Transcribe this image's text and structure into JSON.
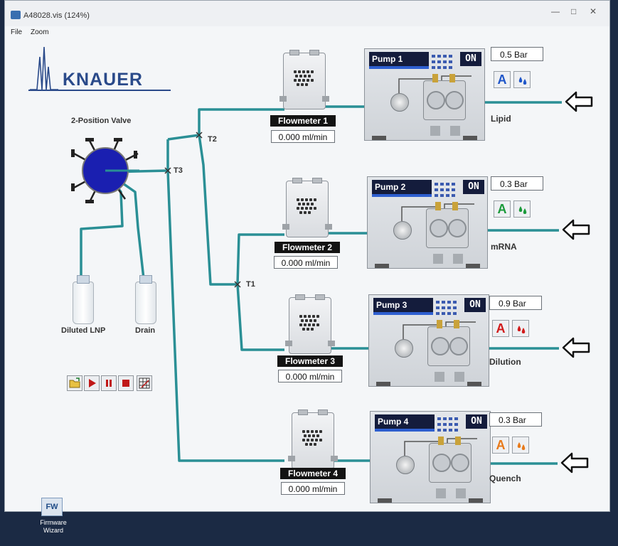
{
  "window": {
    "title": "A48028.vis (124%)",
    "menu": [
      "File",
      "Zoom"
    ]
  },
  "logo": {
    "text": "KNAUER"
  },
  "valve": {
    "label": "2-Position Valve"
  },
  "junctions": [
    "T1",
    "T2",
    "T3"
  ],
  "bottles": [
    {
      "label": "Diluted LNP"
    },
    {
      "label": "Drain"
    }
  ],
  "pumps": [
    {
      "name": "Pump 1",
      "status": "ON",
      "pressure": "0.5 Bar",
      "mode": "A",
      "mode_color": "#1f56c9",
      "liquid": "Lipid"
    },
    {
      "name": "Pump 2",
      "status": "ON",
      "pressure": "0.3 Bar",
      "mode": "A",
      "mode_color": "#1a9a3a",
      "liquid": "mRNA"
    },
    {
      "name": "Pump 3",
      "status": "ON",
      "pressure": "0.9 Bar",
      "mode": "A",
      "mode_color": "#d11a1a",
      "liquid": "Dilution"
    },
    {
      "name": "Pump 4",
      "status": "ON",
      "pressure": "0.3 Bar",
      "mode": "A",
      "mode_color": "#e87a1a",
      "liquid": "Quench"
    }
  ],
  "flowmeters": [
    {
      "name": "Flowmeter 1",
      "value": "0.000 ml/min"
    },
    {
      "name": "Flowmeter 2",
      "value": "0.000 ml/min"
    },
    {
      "name": "Flowmeter 3",
      "value": "0.000 ml/min"
    },
    {
      "name": "Flowmeter 4",
      "value": "0.000 ml/min"
    }
  ],
  "toolbar": {
    "buttons": [
      "open-folder-icon",
      "play-icon",
      "pause-icon",
      "stop-icon",
      "grid-edit-icon"
    ]
  },
  "desktop": {
    "icon_badge": "FW",
    "icon_label": "Firmware Wizard"
  },
  "colors": {
    "tubing": "#2a8f95",
    "valve": "#1a1fb0",
    "logo": "#2a4a8a"
  }
}
